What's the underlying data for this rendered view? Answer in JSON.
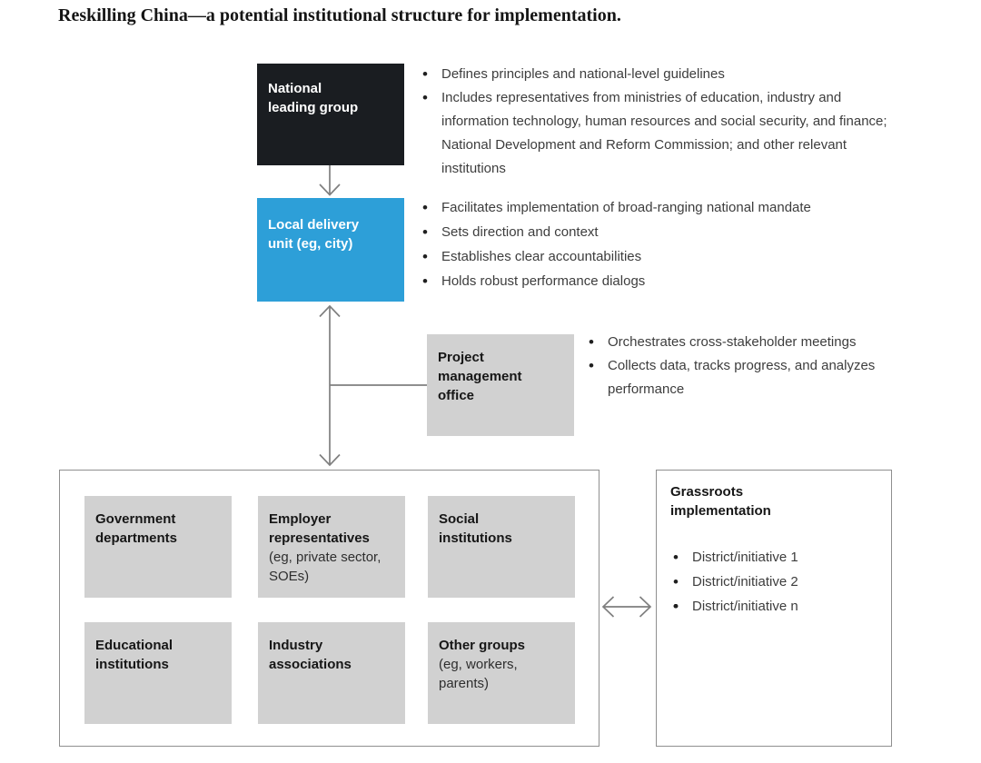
{
  "title": "Reskilling China—a potential institutional structure for implementation.",
  "colors": {
    "national_box": "#1a1d21",
    "local_box": "#2d9fd8",
    "gray_box": "#d1d1d1",
    "outline_border": "#8f8f8f",
    "arrow": "#7f7f7f",
    "body_text": "#3d3d3d"
  },
  "national": {
    "label": "National\nleading group",
    "bullets": [
      "Defines principles and national-level guidelines",
      "Includes representatives from ministries of education, industry and information technology, human resources and social security, and finance; National Development and Reform Commission; and other relevant institutions"
    ]
  },
  "local": {
    "label": "Local delivery\nunit (eg, city)",
    "bullets": [
      "Facilitates implementation of broad-ranging national mandate",
      "Sets direction and context",
      "Establishes clear accountabilities",
      "Holds robust performance dialogs"
    ]
  },
  "pmo": {
    "label": "Project\nmanagement\noffice",
    "bullets": [
      "Orchestrates cross-stakeholder meetings",
      "Collects data, tracks progress, and analyzes performance"
    ]
  },
  "stakeholders": {
    "boxes": [
      {
        "label": "Government\ndepartments",
        "sublabel": ""
      },
      {
        "label": "Employer\nrepresentatives",
        "sublabel": "(eg, private sector,\nSOEs)"
      },
      {
        "label": "Social\ninstitutions",
        "sublabel": ""
      },
      {
        "label": "Educational\ninstitutions",
        "sublabel": ""
      },
      {
        "label": "Industry\nassociations",
        "sublabel": ""
      },
      {
        "label": "Other groups",
        "sublabel": "(eg, workers,\nparents)"
      }
    ]
  },
  "grassroots": {
    "title": "Grassroots\nimplementation",
    "bullets": [
      "District/initiative 1",
      "District/initiative 2",
      "",
      "",
      "",
      "District/initiative n"
    ]
  }
}
